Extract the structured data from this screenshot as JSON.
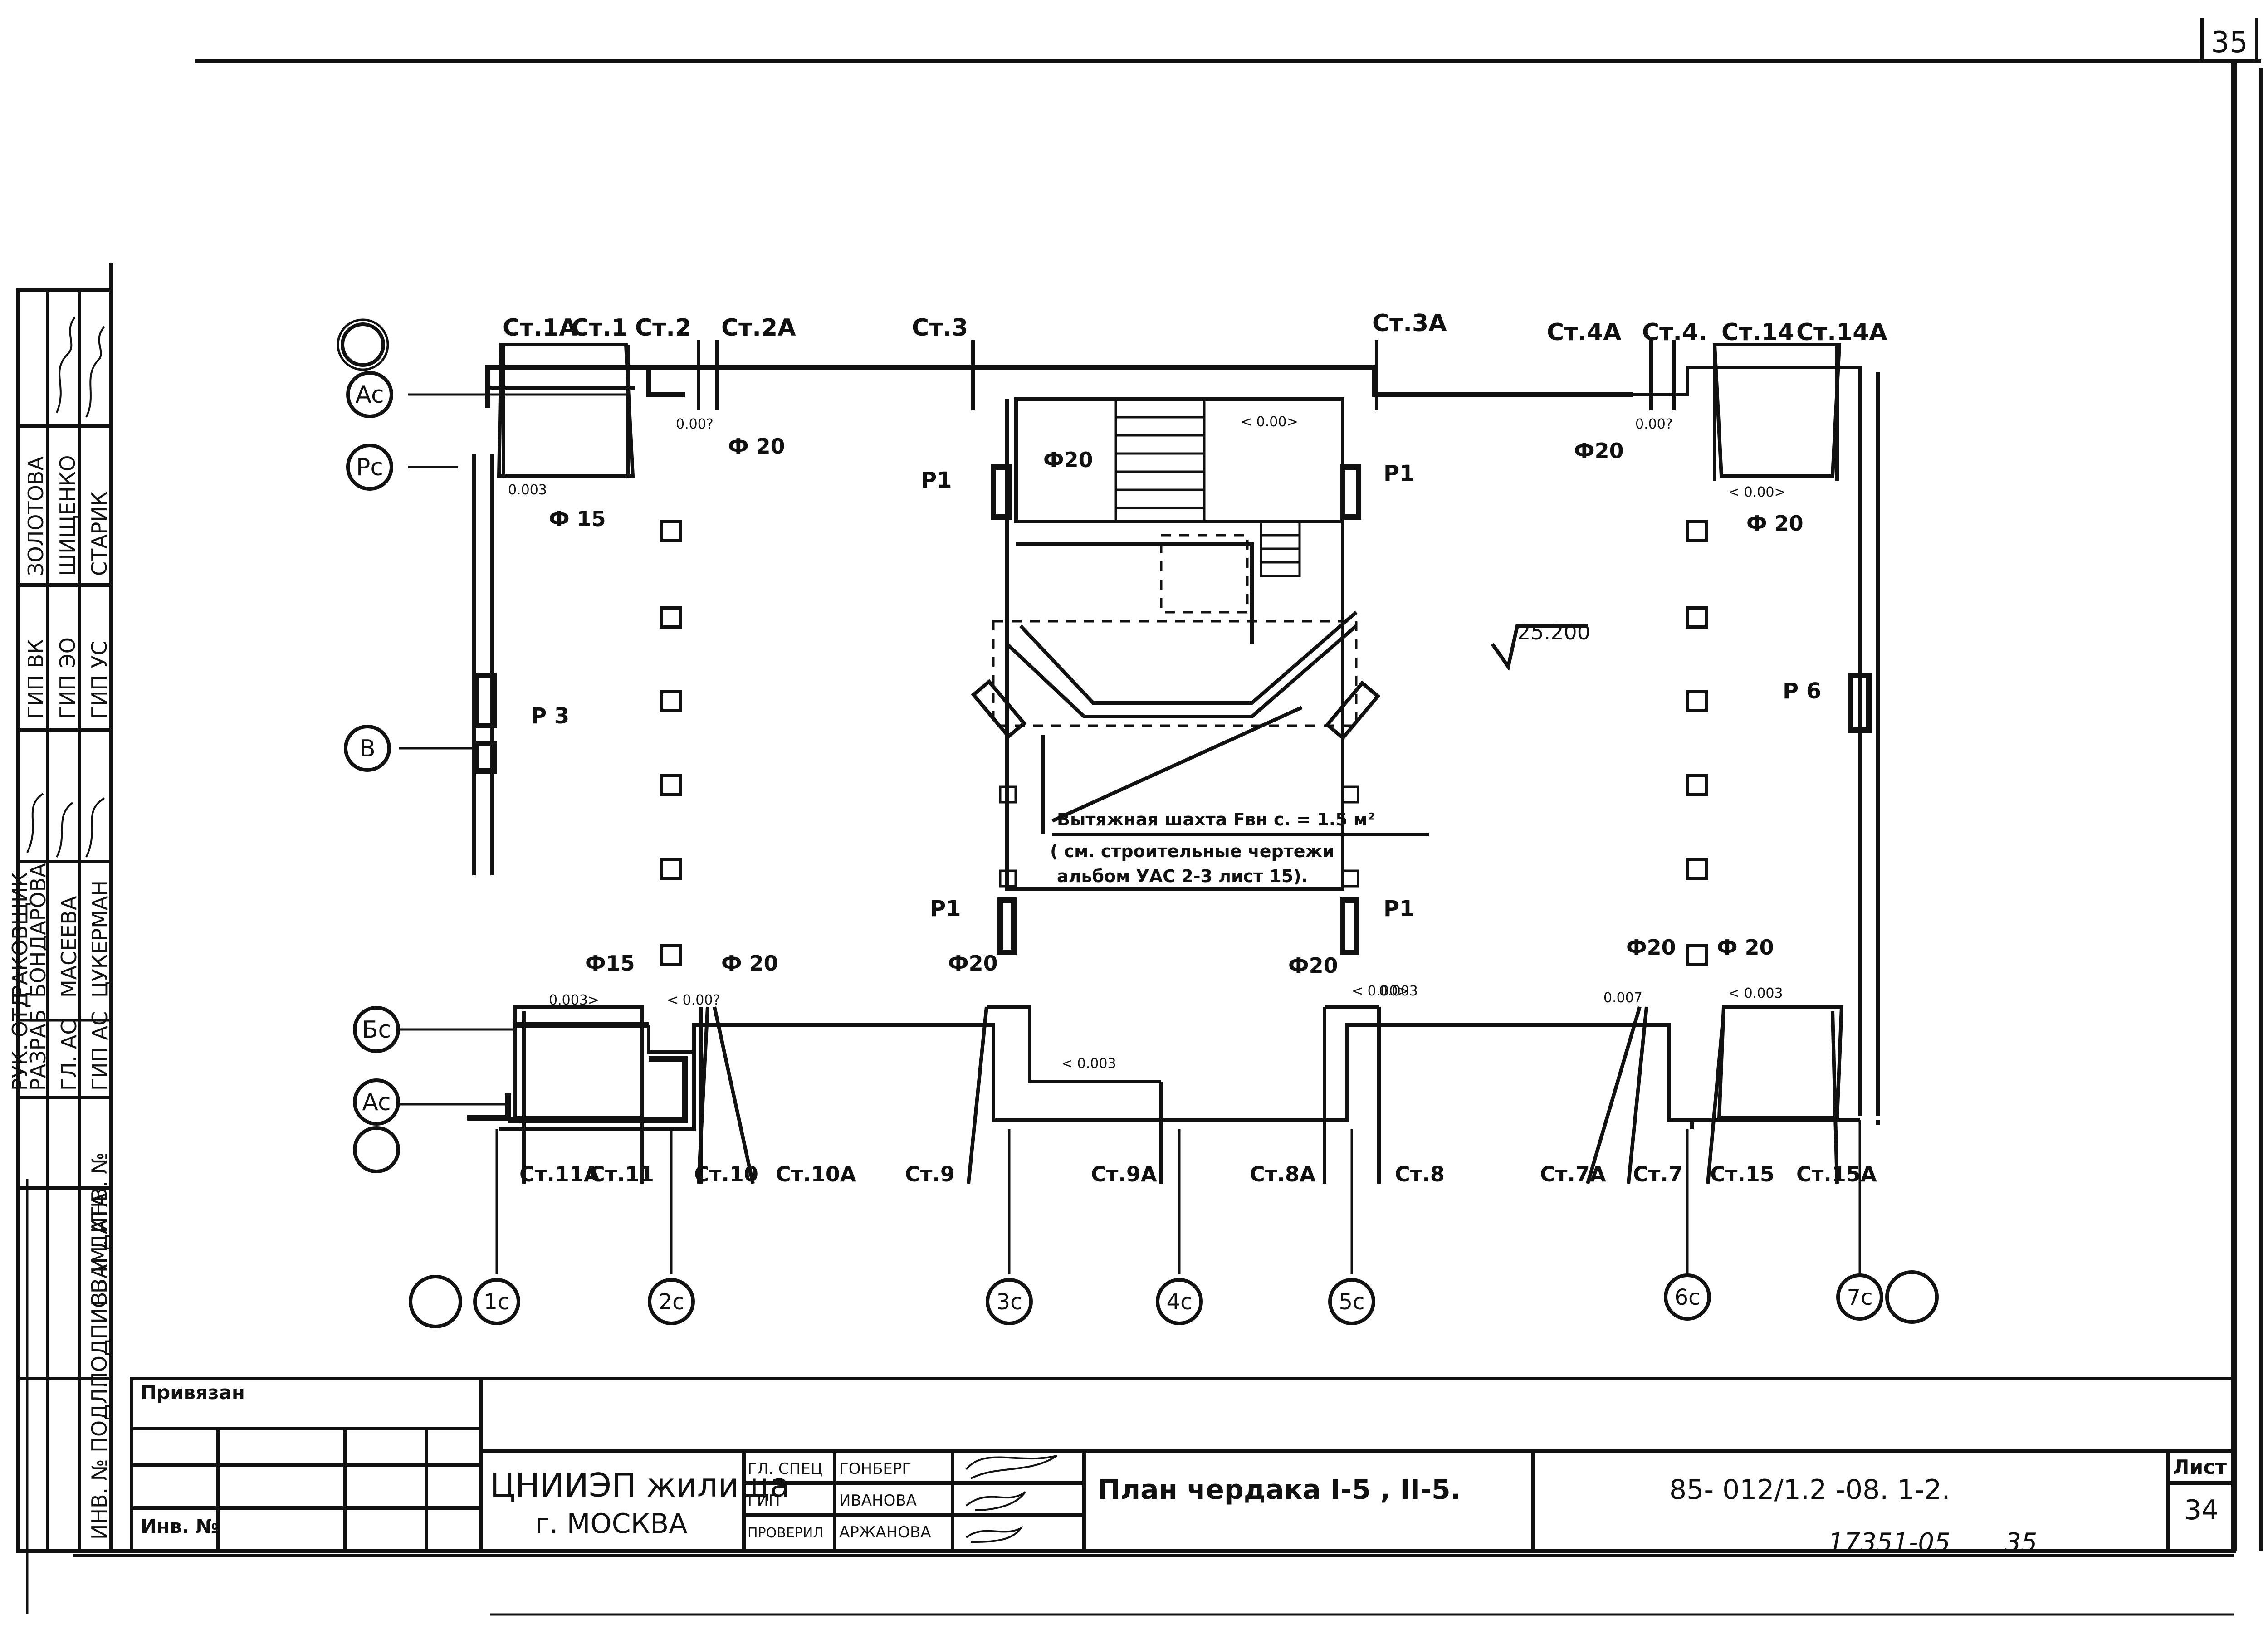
{
  "sheet_number": "35",
  "drawing": {
    "axes_left": [
      "Ac",
      "Pc",
      "B",
      "Бc",
      "Ac"
    ],
    "axes_bottom": [
      "1c",
      "2c",
      "3c",
      "4c",
      "5c",
      "6c",
      "7c"
    ],
    "risers_top": [
      "Ст.1А",
      "Ст.1",
      "Ст.2",
      "Ст.2А",
      "Ст.3",
      "Ст.3А",
      "Ст.4А",
      "Ст.4.",
      "Ст.14",
      "Ст.14А"
    ],
    "risers_bottom": [
      "Ст.11А",
      "Ст.11",
      "Ст.10",
      "Ст.10А",
      "Ст.9",
      "Ст.9А",
      "Ст.8А",
      "Ст.8",
      "Ст.7А",
      "Ст.7",
      "Ст.15",
      "Ст.15А"
    ],
    "pipe_labels": {
      "phi15_top": "Ф 15",
      "phi20_a": "Ф 20",
      "phi20_b": "Ф20",
      "phi20_c": "Ф20",
      "phi20_d": "Ф 20",
      "phi15_bottom": "Ф15",
      "phi20_e": "Ф 20",
      "phi20_f": "Ф20",
      "phi20_g": "Ф20",
      "phi20_h": "Ф20",
      "phi20_i": "Ф 20"
    },
    "slope_labels": {
      "s1": "0.003",
      "s2": "0.00?",
      "s3": "< 0.00>",
      "s4": "0.00?",
      "s5": "< 0.00>",
      "s6": "0.003>",
      "s7": "< 0.00?",
      "s8": "< 0.003",
      "s9": "< 0.00>",
      "s10": "0.003",
      "s11": "0.007",
      "s12": "< 0.003"
    },
    "gratings": {
      "p1": "Р1",
      "p3": "Р 3",
      "p6": "Р 6"
    },
    "elevation": "25.200",
    "note_lines": [
      "Вытяжная шахта Fвн с. = 1.5 м²",
      "( см. строительные чертежи",
      "альбом УАС 2-3 лист 15)."
    ]
  },
  "stamp_left": {
    "rows_top": [
      [
        "ГИП ВК",
        "ЗОЛОТОВА"
      ],
      [
        "ГИП ЭО",
        "ШИЩЕНКО"
      ],
      [
        "ГИП УС",
        "СТАРИК"
      ]
    ],
    "rows_bottom": [
      [
        "РУК. ОТД",
        "РАКОВЩИК"
      ],
      [
        "РАЗРАБ",
        "БОНДАРОВА"
      ],
      [
        "ГЛ. АС",
        "МАСЕЕВА"
      ],
      [
        "ГИП АС",
        "ЦУКЕРМАН"
      ]
    ],
    "vertical_labels": [
      "ВЗАМ. ИНВ. №",
      "ПОДПИСЬ И ДАТА",
      "ИНВ. № ПОДЛ."
    ]
  },
  "title_block": {
    "attached_label": "Привязан",
    "inv_label": "Инв. №",
    "org_line1": "ЦНИИЭП жилища",
    "org_line2": "г. МОСКВА",
    "roles": [
      [
        "ГЛ. СПЕЦ",
        "ГОНБЕРГ"
      ],
      [
        "ГИП",
        "ИВАНОВА"
      ],
      [
        "ПРОВЕРИЛ",
        "АРЖАНОВА"
      ]
    ],
    "drawing_title": "План чердака I-5 , II-5.",
    "doc_code": "85- 012/1.2 -08. 1-2.",
    "sheet_label": "Лист",
    "sheet_value": "34",
    "archive_number": "17351-05",
    "archive_page": "35"
  }
}
